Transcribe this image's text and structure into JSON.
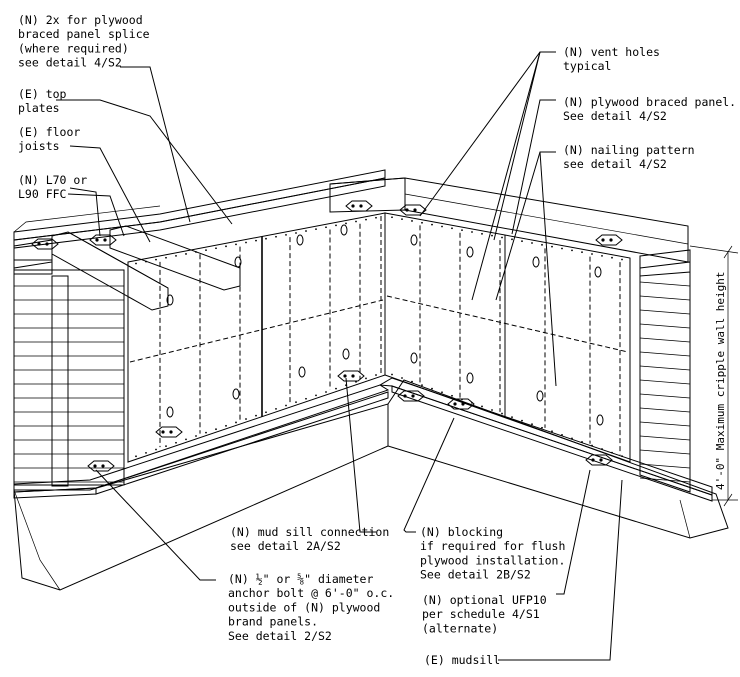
{
  "callouts": [
    {
      "id": "splice",
      "lines": [
        "(N) 2x for plywood",
        "braced panel splice",
        "(where required)",
        "see detail 4/S2"
      ]
    },
    {
      "id": "topplates",
      "lines": [
        "(E) top",
        "plates"
      ]
    },
    {
      "id": "joists",
      "lines": [
        "(E) floor",
        "joists"
      ]
    },
    {
      "id": "ffc",
      "lines": [
        "(N) L70 or",
        "L90 FFC"
      ]
    },
    {
      "id": "vent",
      "lines": [
        "(N) vent holes",
        "typical"
      ]
    },
    {
      "id": "panel",
      "lines": [
        "(N) plywood braced panel.",
        "See detail 4/S2"
      ]
    },
    {
      "id": "nailing",
      "lines": [
        "(N) nailing pattern",
        "see detail 4/S2"
      ]
    },
    {
      "id": "mudsillconn",
      "lines": [
        "(N) mud sill connection",
        "see detail 2A/S2"
      ]
    },
    {
      "id": "blocking",
      "lines": [
        "(N) blocking",
        "if required for flush",
        "plywood installation.",
        "See detail 2B/S2"
      ]
    },
    {
      "id": "anchor",
      "lines": [
        "(N) ½\" or ⅝\" diameter",
        "anchor bolt @ 6'-0\" o.c.",
        "outside of (N) plywood",
        "brand panels.",
        "See detail 2/S2"
      ]
    },
    {
      "id": "ufp",
      "lines": [
        "(N) optional UFP10",
        "per schedule 4/S1",
        "(alternate)"
      ]
    },
    {
      "id": "mudsill",
      "lines": [
        "(E) mudsill"
      ]
    }
  ],
  "dimension": {
    "label": "4'-0\" Maximum cripple wall height"
  },
  "colors": {
    "line": "#000000",
    "panel_fill": "#ececec",
    "background": "#ffffff"
  }
}
